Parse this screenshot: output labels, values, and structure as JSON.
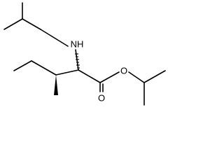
{
  "molecule": {
    "atom_labels": {
      "nitrogen": "NH",
      "ester_oxygen": "O",
      "carbonyl_oxygen": "O"
    }
  }
}
